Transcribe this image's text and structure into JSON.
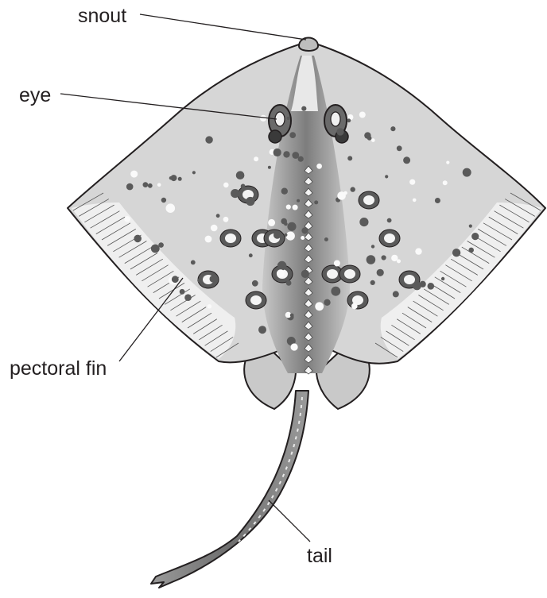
{
  "labels": {
    "snout": "snout",
    "eye": "eye",
    "pectoral_fin": "pectoral fin",
    "tail": "tail"
  },
  "colors": {
    "body_fill": "#d6d6d6",
    "midline_fill": "#8c8c8c",
    "fin_edge_fill": "#efefef",
    "spot_fill": "#5a5a5a",
    "outline": "#231f20"
  }
}
